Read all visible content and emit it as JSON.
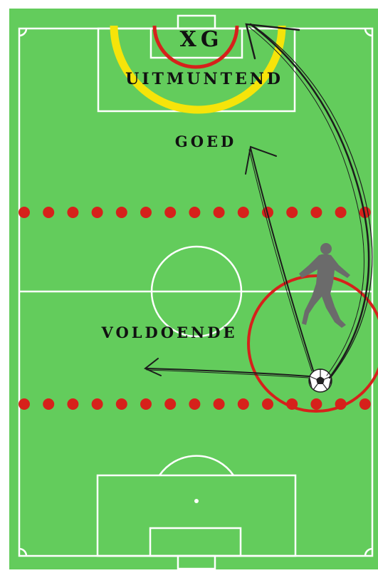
{
  "labels": {
    "xg": "XG",
    "uitmuntend": "UITMUNTEND",
    "goed": "GOED",
    "voldoende": "VOLDOENDE"
  },
  "colors": {
    "pitch": "#63cc5c",
    "lines": "#ffffff",
    "zone_red": "#d6211b",
    "zone_yellow": "#f6e40a",
    "arrow": "#1c1c1c",
    "player": "#6b6b6b"
  },
  "icons": {
    "player": "player-silhouette-icon",
    "ball": "soccer-ball-icon"
  }
}
